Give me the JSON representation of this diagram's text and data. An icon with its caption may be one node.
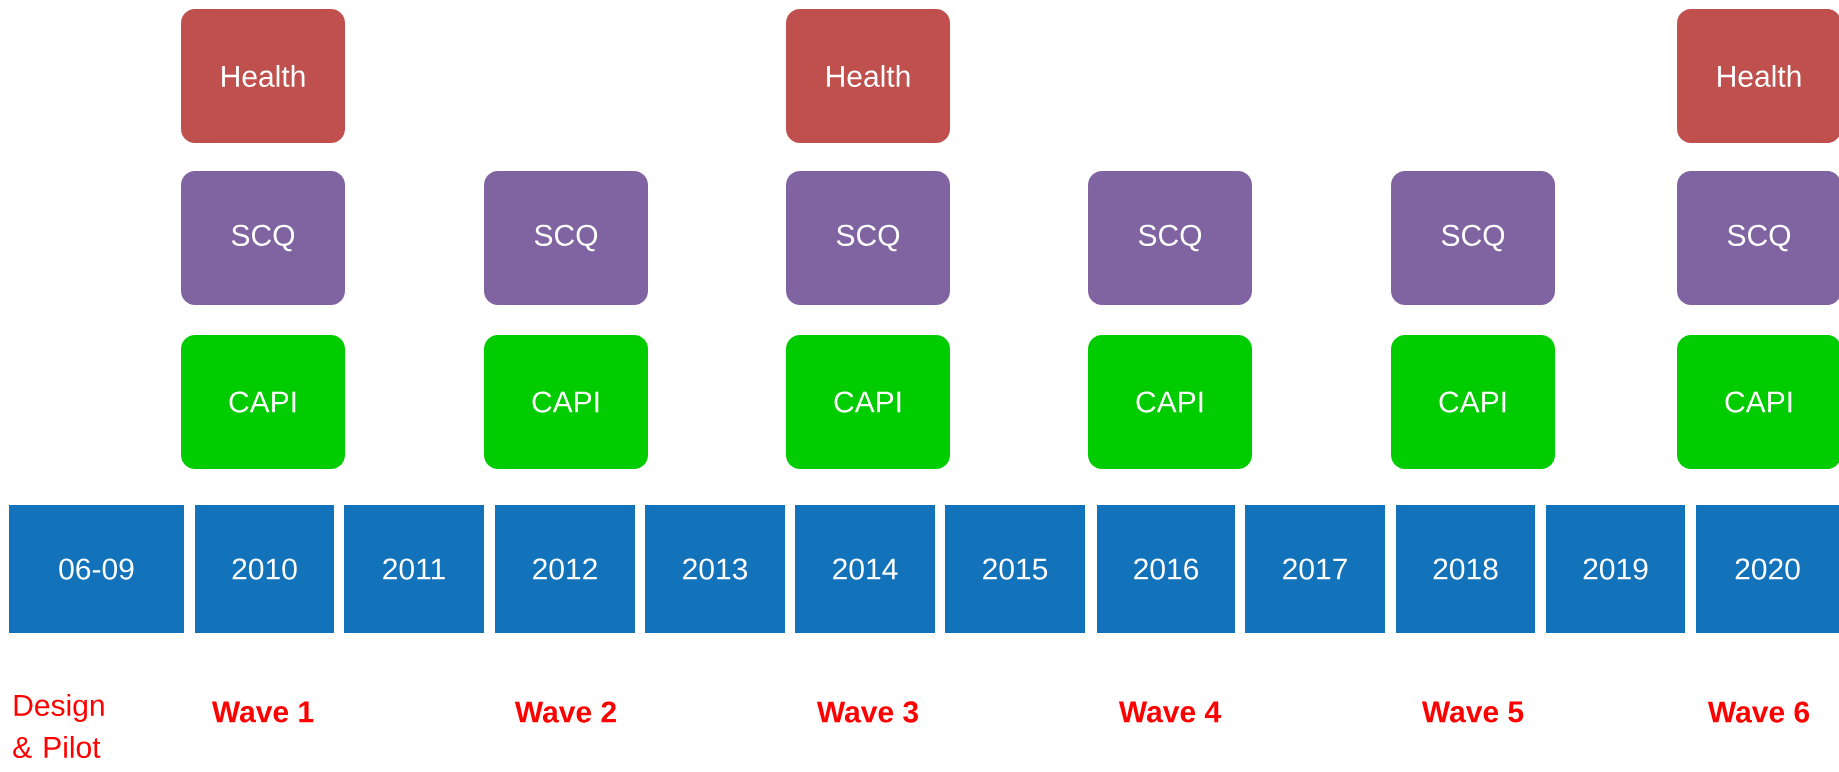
{
  "diagram": {
    "nodes": [
      {
        "text": [
          "Health"
        ]
      },
      {
        "text": [
          "Health"
        ]
      },
      {
        "text": [
          "Health"
        ]
      },
      {
        "text": [
          "SCQ"
        ]
      },
      {
        "text": [
          "SCQ"
        ]
      },
      {
        "text": [
          "SCQ"
        ]
      },
      {
        "text": [
          "SCQ"
        ]
      },
      {
        "text": [
          "SCQ"
        ]
      },
      {
        "text": [
          "SCQ"
        ]
      },
      {
        "text": [
          "CAPI"
        ]
      },
      {
        "text": [
          "CAPI"
        ]
      },
      {
        "text": [
          "CAPI"
        ]
      },
      {
        "text": [
          "CAPI"
        ]
      },
      {
        "text": [
          "CAPI"
        ]
      },
      {
        "text": [
          "CAPI"
        ]
      },
      {
        "text": [
          "06-09"
        ]
      },
      {
        "text": [
          "2010"
        ]
      },
      {
        "text": [
          "2011"
        ]
      },
      {
        "text": [
          "2012"
        ]
      },
      {
        "text": [
          "2013"
        ]
      },
      {
        "text": [
          "2014"
        ]
      },
      {
        "text": [
          "2015"
        ]
      },
      {
        "text": [
          "2016"
        ]
      },
      {
        "text": [
          "2017"
        ]
      },
      {
        "text": [
          "2018"
        ]
      },
      {
        "text": [
          "2019"
        ]
      },
      {
        "text": [
          "2020"
        ]
      }
    ],
    "labels": [
      "Design & Pilot",
      "Wave 1",
      "Wave 2",
      "Wave 3",
      "Wave 4",
      "Wave 5",
      "Wave 6"
    ]
  }
}
